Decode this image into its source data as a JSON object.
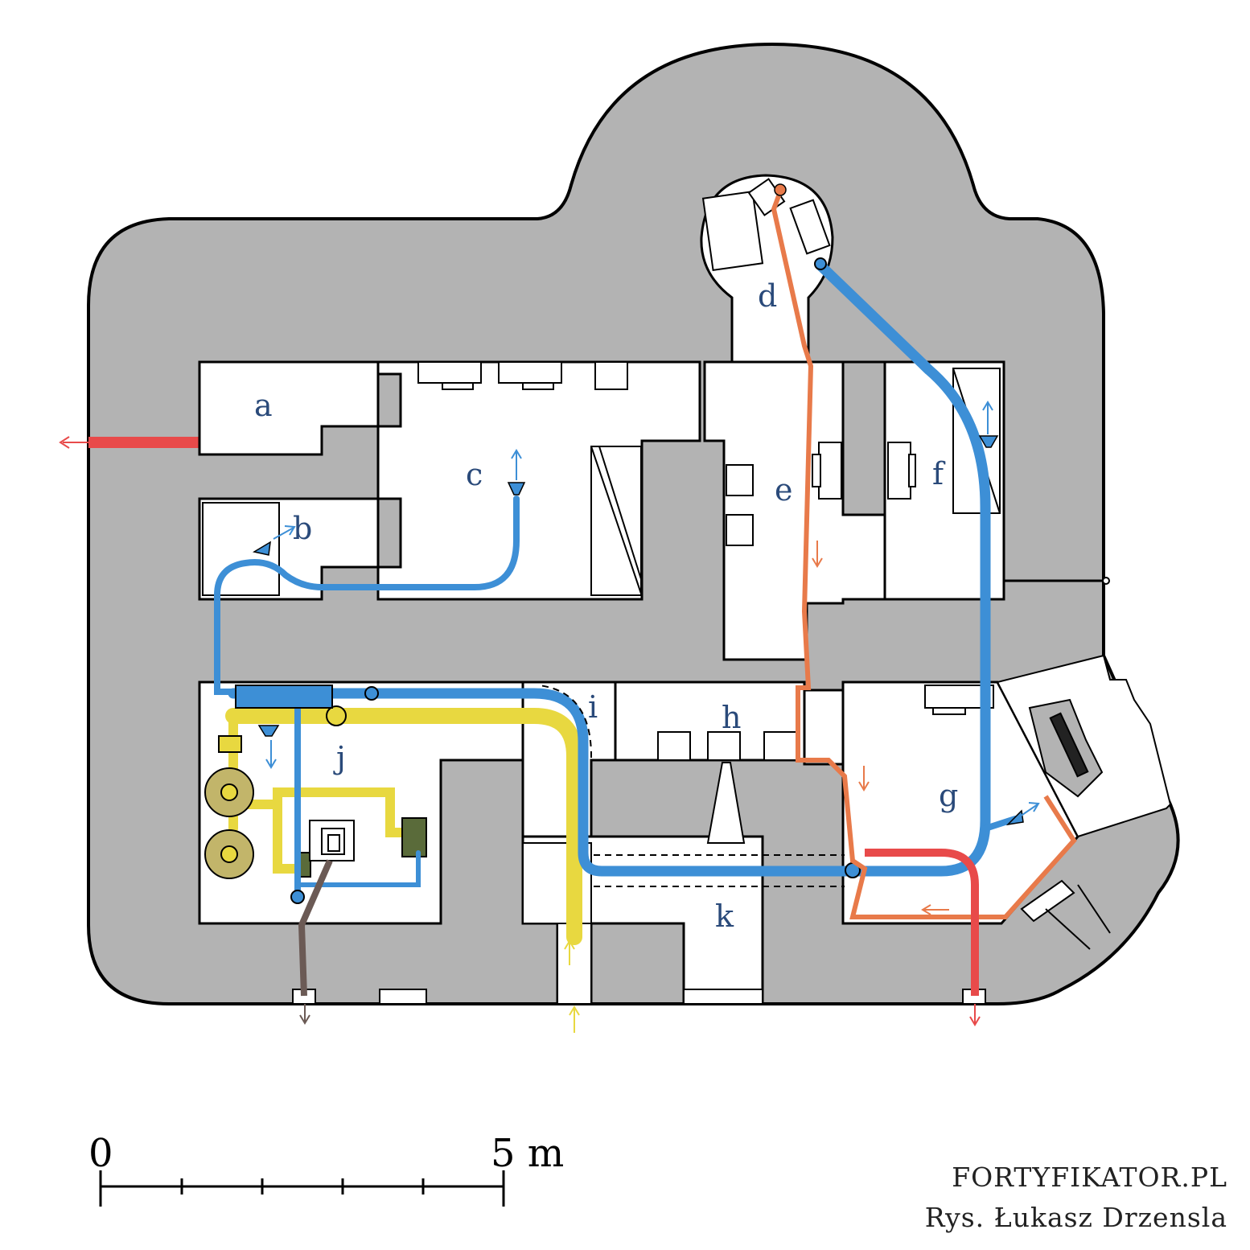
{
  "rooms": {
    "a": "a",
    "b": "b",
    "c": "c",
    "d": "d",
    "e": "e",
    "f": "f",
    "g": "g",
    "h": "h",
    "i": "i",
    "j": "j",
    "k": "k"
  },
  "scale": {
    "start": "0",
    "end": "5 m"
  },
  "credits": {
    "site": "FORTYFIKATOR.PL",
    "author": "Rys. Łukasz Drzensla"
  },
  "colors": {
    "wall": "#b3b3b3",
    "floor": "#ffffff",
    "water": "#3d8fd6",
    "air_in": "#e8d840",
    "exhaust": "#e8523f",
    "orange_line": "#e87a4a",
    "drain": "#6b5a55",
    "machine": "#c2b56a"
  }
}
